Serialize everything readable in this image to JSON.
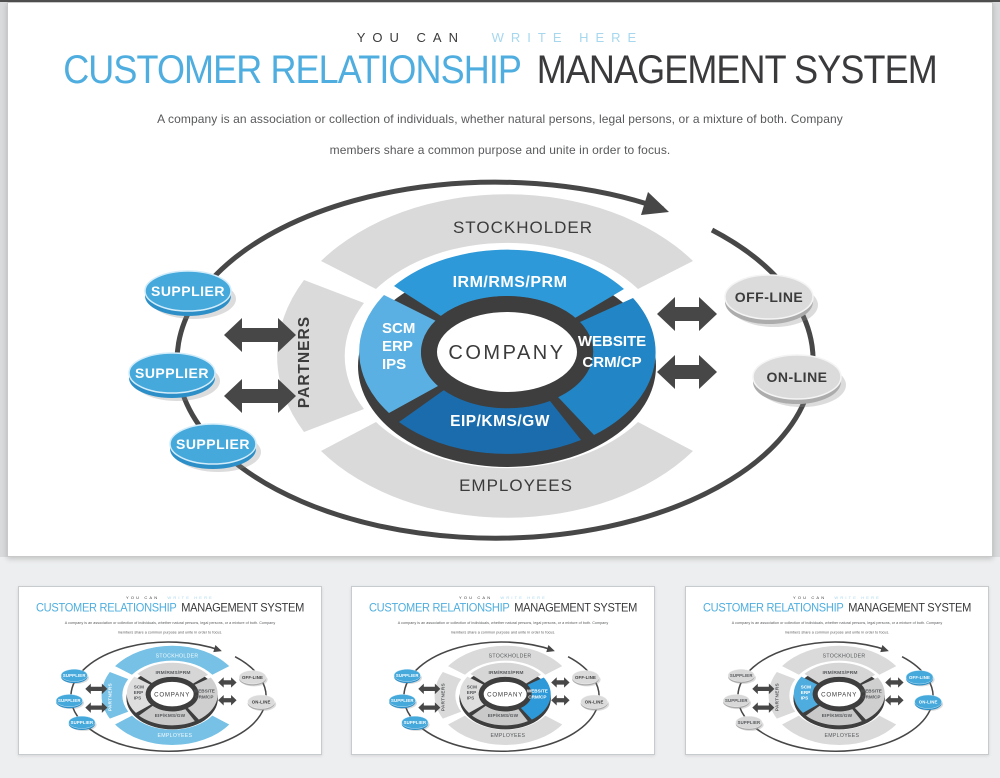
{
  "page": {
    "background": "#EDEEEF",
    "side_strip": "#D8DADC",
    "top_rule": "#4F4F4F"
  },
  "header": {
    "eyebrow_dark": "YOU CAN",
    "eyebrow_light": "WRITE HERE",
    "title_accent": "CUSTOMER RELATIONSHIP",
    "title_rest": "MANAGEMENT SYSTEM",
    "description_lines": [
      "A company is an association or collection of individuals, whether natural persons, legal persons, or a mixture of both. Company",
      "members share a common purpose and unite in order to focus."
    ]
  },
  "diagram": {
    "center_label": "COMPANY",
    "ring_segments": {
      "top": "IRM/RMS/PRM",
      "left": [
        "SCM",
        "ERP",
        "IPS"
      ],
      "right": [
        "WEBSITE",
        "CRM/CP"
      ],
      "bottom": "EIP/KMS/GW"
    },
    "wedge_labels": {
      "top": "STOCKHOLDER",
      "left": "PARTNERS",
      "bottom": "EMPLOYEES"
    },
    "suppliers": [
      "SUPPLIER",
      "SUPPLIER",
      "SUPPLIER"
    ],
    "channel_nodes": [
      "OFF-LINE",
      "ON-LINE"
    ]
  },
  "palette": {
    "accent_blue": "#4FAEDF",
    "eyebrow_blue": "#A6D7EE",
    "title_dark": "#3A3A3C",
    "body_text": "#58595B",
    "diagram_dark": "#474747",
    "ring_dark": "#3E3E3E"
  },
  "slides": [
    {
      "name": "main-slide",
      "scheme": {
        "wedge_fill": "#DADADA",
        "wedge_text": "#3B3B3B",
        "seg_fills": {
          "top": "#2E99D8",
          "left": "#5BB0E3",
          "right": "#2285C6",
          "bottom": "#1B6CAC"
        },
        "seg_texts": {
          "top": "#FFFFFF",
          "left": "#FFFFFF",
          "right": "#FFFFFF",
          "bottom": "#FFFFFF"
        },
        "supplier": {
          "fill": "#45A9DC",
          "rim": "#2D8FC7",
          "stroke": "#D3ECF9",
          "text": "#FFFFFF"
        },
        "node": {
          "fill": "#DBDBDB",
          "rim": "#ACACAC",
          "stroke": "#F4F4F4",
          "text": "#3B3B3B"
        }
      }
    },
    {
      "name": "variant-blue-wedges",
      "scheme": {
        "wedge_fill": "#76C1E5",
        "wedge_text": "#F4FBFE",
        "seg_fills": {
          "top": "#D6D6D6",
          "left": "#DEDEDE",
          "right": "#CFCFCF",
          "bottom": "#C9C9C9"
        },
        "seg_texts": {
          "top": "#55585B",
          "left": "#55585B",
          "right": "#55585B",
          "bottom": "#55585B"
        },
        "supplier": {
          "fill": "#45A9DC",
          "rim": "#2D8FC7",
          "stroke": "#D3ECF9",
          "text": "#FFFFFF"
        },
        "node": {
          "fill": "#DBDBDB",
          "rim": "#ACACAC",
          "stroke": "#F4F4F4",
          "text": "#3B3B3B"
        }
      }
    },
    {
      "name": "variant-website-highlight",
      "scheme": {
        "wedge_fill": "#DADADA",
        "wedge_text": "#55585B",
        "seg_fills": {
          "top": "#D6D6D6",
          "left": "#DEDEDE",
          "right": "#2E99D8",
          "bottom": "#C9C9C9"
        },
        "seg_texts": {
          "top": "#55585B",
          "left": "#55585B",
          "right": "#FFFFFF",
          "bottom": "#55585B"
        },
        "supplier": {
          "fill": "#45A9DC",
          "rim": "#2D8FC7",
          "stroke": "#D3ECF9",
          "text": "#FFFFFF"
        },
        "node": {
          "fill": "#DBDBDB",
          "rim": "#ACACAC",
          "stroke": "#F4F4F4",
          "text": "#3B3B3B"
        }
      }
    },
    {
      "name": "variant-scm-highlight",
      "scheme": {
        "wedge_fill": "#DADADA",
        "wedge_text": "#55585B",
        "seg_fills": {
          "top": "#D6D6D6",
          "left": "#4FACDF",
          "right": "#CFCFCF",
          "bottom": "#C9C9C9"
        },
        "seg_texts": {
          "top": "#55585B",
          "left": "#FFFFFF",
          "right": "#55585B",
          "bottom": "#55585B"
        },
        "supplier": {
          "fill": "#D8D8D8",
          "rim": "#AAAAAA",
          "stroke": "#F2F2F2",
          "text": "#55585B"
        },
        "node": {
          "fill": "#45A9DC",
          "rim": "#2D8FC7",
          "stroke": "#D3ECF9",
          "text": "#FFFFFF"
        }
      }
    }
  ]
}
